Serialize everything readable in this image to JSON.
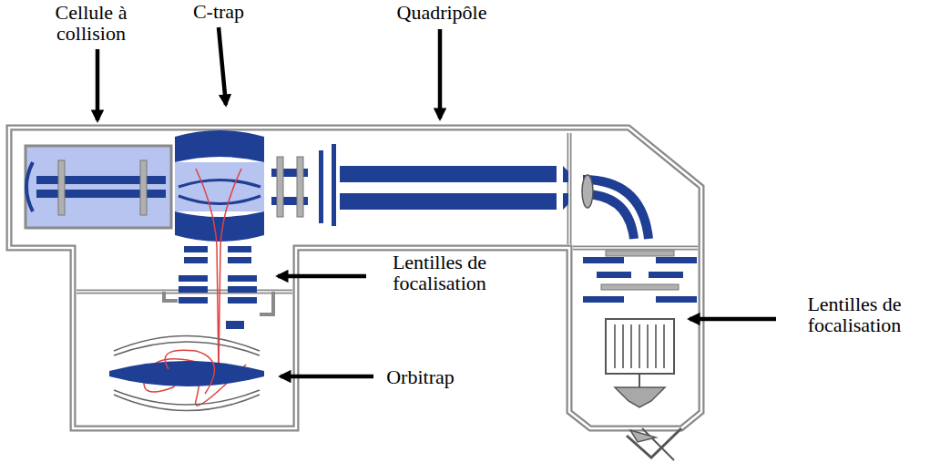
{
  "diagram": {
    "labels": [
      "Cellule à collision",
      "C-trap",
      "Quadripôle",
      "Lentilles de focalisation",
      "Lentilles de focalisation",
      "Orbitrap"
    ]
  }
}
